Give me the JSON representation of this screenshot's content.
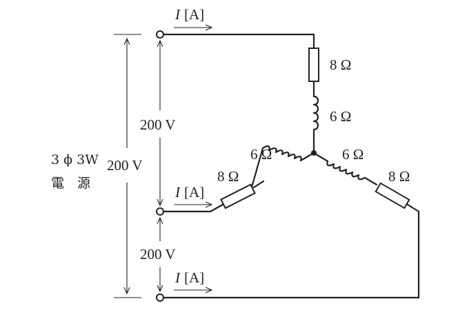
{
  "source": {
    "line1": "3 ϕ 3W",
    "line2": "電　源"
  },
  "voltages": {
    "top": "200 V",
    "bottom": "200 V",
    "total": "200 V"
  },
  "currents": {
    "a": {
      "symbol": "I",
      "unit": "[A]"
    },
    "b": {
      "symbol": "I",
      "unit": "[A]"
    },
    "c": {
      "symbol": "I",
      "unit": "[A]"
    }
  },
  "branches": {
    "top": {
      "resistance": "8 Ω",
      "reactance": "6 Ω"
    },
    "left": {
      "resistance": "8 Ω",
      "reactance": "6 Ω"
    },
    "right": {
      "resistance": "8 Ω",
      "reactance": "6 Ω"
    }
  },
  "colors": {
    "ink": "#231f20",
    "background": "#ffffff"
  }
}
